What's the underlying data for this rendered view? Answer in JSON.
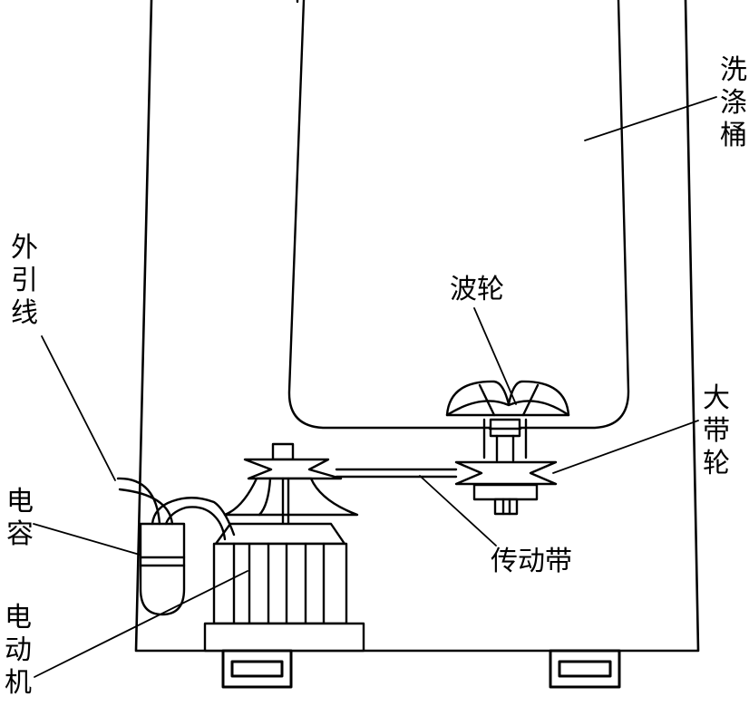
{
  "labels": {
    "tub": "洗涤桶",
    "impeller": "波轮",
    "big_pulley": "大带轮",
    "lead_wire": "外引线",
    "capacitor": "电容",
    "motor": "电动机",
    "belt": "传动带"
  },
  "colors": {
    "line": "#000000",
    "background": "#ffffff"
  }
}
